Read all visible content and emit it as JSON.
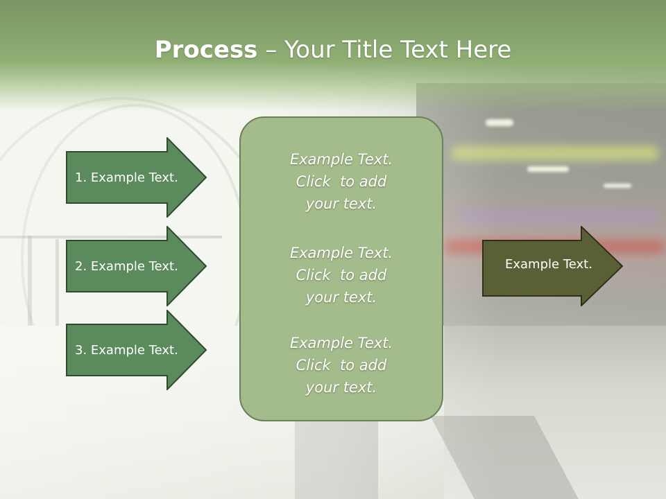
{
  "title": {
    "bold": "Process",
    "rest": " – Your Title Text Here"
  },
  "left_arrows": [
    {
      "label": "1. Example Text."
    },
    {
      "label": "2. Example Text."
    },
    {
      "label": "3. Example Text."
    }
  ],
  "panel": {
    "items": [
      {
        "lines": [
          "Example Text.",
          "Click  to add",
          "your text."
        ]
      },
      {
        "lines": [
          "Example Text.",
          "Click  to add",
          "your text."
        ]
      },
      {
        "lines": [
          "Example Text.",
          "Click  to add",
          "your text."
        ]
      }
    ]
  },
  "right_arrow": {
    "label": "Example Text."
  },
  "colors": {
    "left_arrow_fill": "#5b8b5c",
    "left_arrow_stroke": "#2f4a2f",
    "panel_fill": "#a4bb8b",
    "right_arrow_fill": "#5b5f36",
    "title_band": "#8fae73"
  }
}
